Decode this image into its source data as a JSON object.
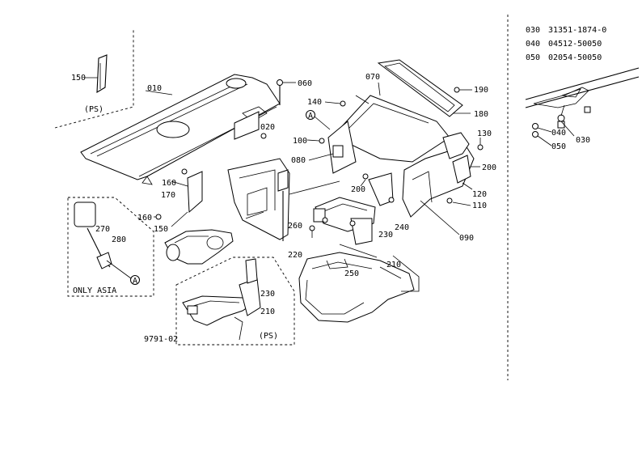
{
  "parts_table": [
    {
      "ref": "030",
      "part_no": "31351-1874-0"
    },
    {
      "ref": "040",
      "part_no": "04512-50050"
    },
    {
      "ref": "050",
      "part_no": "02054-50050"
    }
  ],
  "callouts": {
    "c010": "010",
    "c020": "020",
    "c030": "030",
    "c040": "040",
    "c050": "050",
    "c060": "060",
    "c070": "070",
    "c080": "080",
    "c090": "090",
    "c100": "100",
    "c110": "110",
    "c120": "120",
    "c130": "130",
    "c140": "140",
    "c150a": "150",
    "c150b": "150",
    "c160a": "160",
    "c160b": "160",
    "c170": "170",
    "c180": "180",
    "c190": "190",
    "c200a": "200",
    "c200b": "200",
    "c210a": "210",
    "c210b": "210",
    "c220": "220",
    "c230a": "230",
    "c230b": "230",
    "c240": "240",
    "c250": "250",
    "c260": "260",
    "c270": "270",
    "c280": "280"
  },
  "notes": {
    "ps_top": "(PS)",
    "ps_bottom": "(PS)",
    "only_asia": "ONLY ASIA",
    "circle_a": "A",
    "diagram_code": "9791-02"
  }
}
